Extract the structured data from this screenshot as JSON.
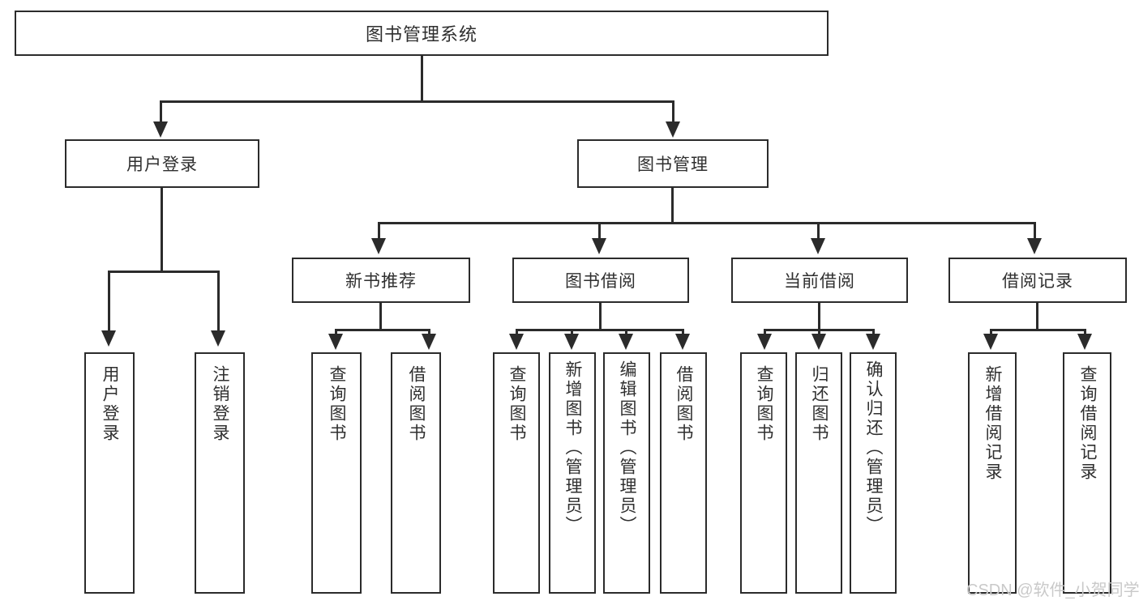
{
  "diagram": {
    "type": "tree-hierarchy",
    "title": "图书管理系统",
    "root": {
      "label": "图书管理系统"
    },
    "level2": [
      {
        "label": "用户登录"
      },
      {
        "label": "图书管理"
      }
    ],
    "level3": [
      {
        "label": "新书推荐"
      },
      {
        "label": "图书借阅"
      },
      {
        "label": "当前借阅"
      },
      {
        "label": "借阅记录"
      }
    ],
    "leaves": {
      "user_login": [
        {
          "label": "用户登录"
        },
        {
          "label": "注销登录"
        }
      ],
      "new_book_recommend": [
        {
          "label": "查询图书"
        },
        {
          "label": "借阅图书"
        }
      ],
      "book_borrow": [
        {
          "label": "查询图书"
        },
        {
          "label": "新增图书（管理员）"
        },
        {
          "label": "编辑图书（管理员）"
        },
        {
          "label": "借阅图书"
        }
      ],
      "current_borrow": [
        {
          "label": "查询图书"
        },
        {
          "label": "归还图书"
        },
        {
          "label": "确认归还（管理员）"
        }
      ],
      "borrow_record": [
        {
          "label": "新增借阅记录"
        },
        {
          "label": "查询借阅记录"
        }
      ]
    }
  },
  "watermark": {
    "text": "CSDN @软件_小贺同学"
  },
  "colors": {
    "background": "#ffffff",
    "border": "#2b2b2b",
    "text": "#2f2f2f",
    "watermark": "#c9c9c9"
  }
}
